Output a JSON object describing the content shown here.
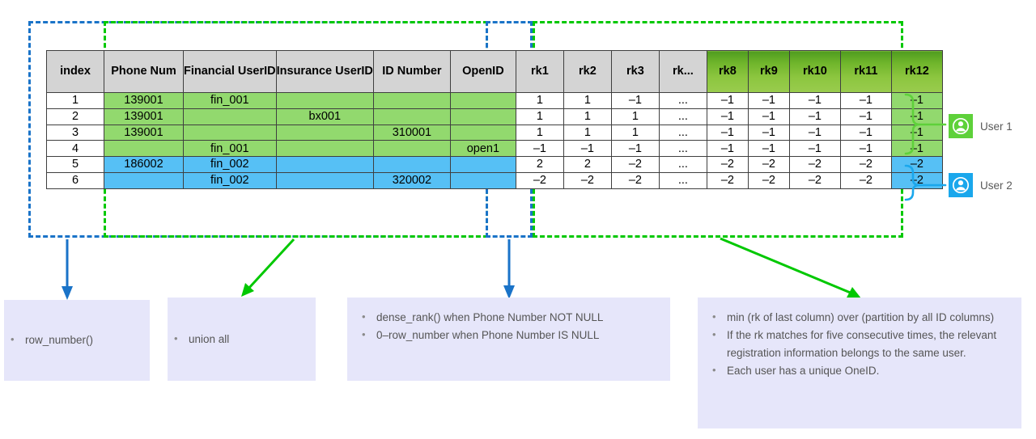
{
  "table": {
    "headers": [
      "index",
      "Phone Num",
      "Financial UserID",
      "Insurance UserID",
      "ID Number",
      "OpenID",
      "rk1",
      "rk2",
      "rk3",
      "rk...",
      "rk8",
      "rk9",
      "rk10",
      "rk11",
      "rk12"
    ],
    "rows": [
      {
        "index": "1",
        "phone": "139001",
        "financial": "fin_001",
        "insurance": "",
        "idnumber": "",
        "openid": "",
        "rk1": "1",
        "rk2": "1",
        "rk3": "–1",
        "rkdots": "...",
        "rk8": "–1",
        "rk9": "–1",
        "rk10": "–1",
        "rk11": "–1",
        "rk12": "–1",
        "group": "user1"
      },
      {
        "index": "2",
        "phone": "139001",
        "financial": "",
        "insurance": "bx001",
        "idnumber": "",
        "openid": "",
        "rk1": "1",
        "rk2": "1",
        "rk3": "1",
        "rkdots": "...",
        "rk8": "–1",
        "rk9": "–1",
        "rk10": "–1",
        "rk11": "–1",
        "rk12": "–1",
        "group": "user1"
      },
      {
        "index": "3",
        "phone": "139001",
        "financial": "",
        "insurance": "",
        "idnumber": "310001",
        "openid": "",
        "rk1": "1",
        "rk2": "1",
        "rk3": "1",
        "rkdots": "...",
        "rk8": "–1",
        "rk9": "–1",
        "rk10": "–1",
        "rk11": "–1",
        "rk12": "–1",
        "group": "user1"
      },
      {
        "index": "4",
        "phone": "",
        "financial": "fin_001",
        "insurance": "",
        "idnumber": "",
        "openid": "open1",
        "rk1": "–1",
        "rk2": "–1",
        "rk3": "–1",
        "rkdots": "...",
        "rk8": "–1",
        "rk9": "–1",
        "rk10": "–1",
        "rk11": "–1",
        "rk12": "–1",
        "group": "user1"
      },
      {
        "index": "5",
        "phone": "186002",
        "financial": "fin_002",
        "insurance": "",
        "idnumber": "",
        "openid": "",
        "rk1": "2",
        "rk2": "2",
        "rk3": "–2",
        "rkdots": "...",
        "rk8": "–2",
        "rk9": "–2",
        "rk10": "–2",
        "rk11": "–2",
        "rk12": "–2",
        "group": "user2"
      },
      {
        "index": "6",
        "phone": "",
        "financial": "fin_002",
        "insurance": "",
        "idnumber": "320002",
        "openid": "",
        "rk1": "–2",
        "rk2": "–2",
        "rk3": "–2",
        "rkdots": "...",
        "rk8": "–2",
        "rk9": "–2",
        "rk10": "–2",
        "rk11": "–2",
        "rk12": "–2",
        "group": "user2"
      }
    ]
  },
  "legend": [
    {
      "label": "User 1",
      "color": "#5ed13a",
      "icon": "user-circle-icon"
    },
    {
      "label": "User 2",
      "color": "#1aa7ec",
      "icon": "user-circle-icon"
    }
  ],
  "notes": {
    "row_number": [
      "row_number()"
    ],
    "union_all": [
      "union all"
    ],
    "dense_rank": [
      "dense_rank() when Phone Number NOT NULL",
      "0–row_number when Phone Number IS NULL"
    ],
    "min_rk": [
      "min (rk of last column) over (partition by all ID columns)",
      "If the rk matches for five consecutive times, the relevant registration information belongs to the same user.",
      "Each user has a unique OneID."
    ]
  },
  "colors": {
    "group_blue": "#1a73c8",
    "group_green": "#00c800",
    "row_green": "#92d96e",
    "row_blue": "#56c0f5",
    "note_bg": "#e6e6fa",
    "header_grey": "#d4d4d4"
  }
}
